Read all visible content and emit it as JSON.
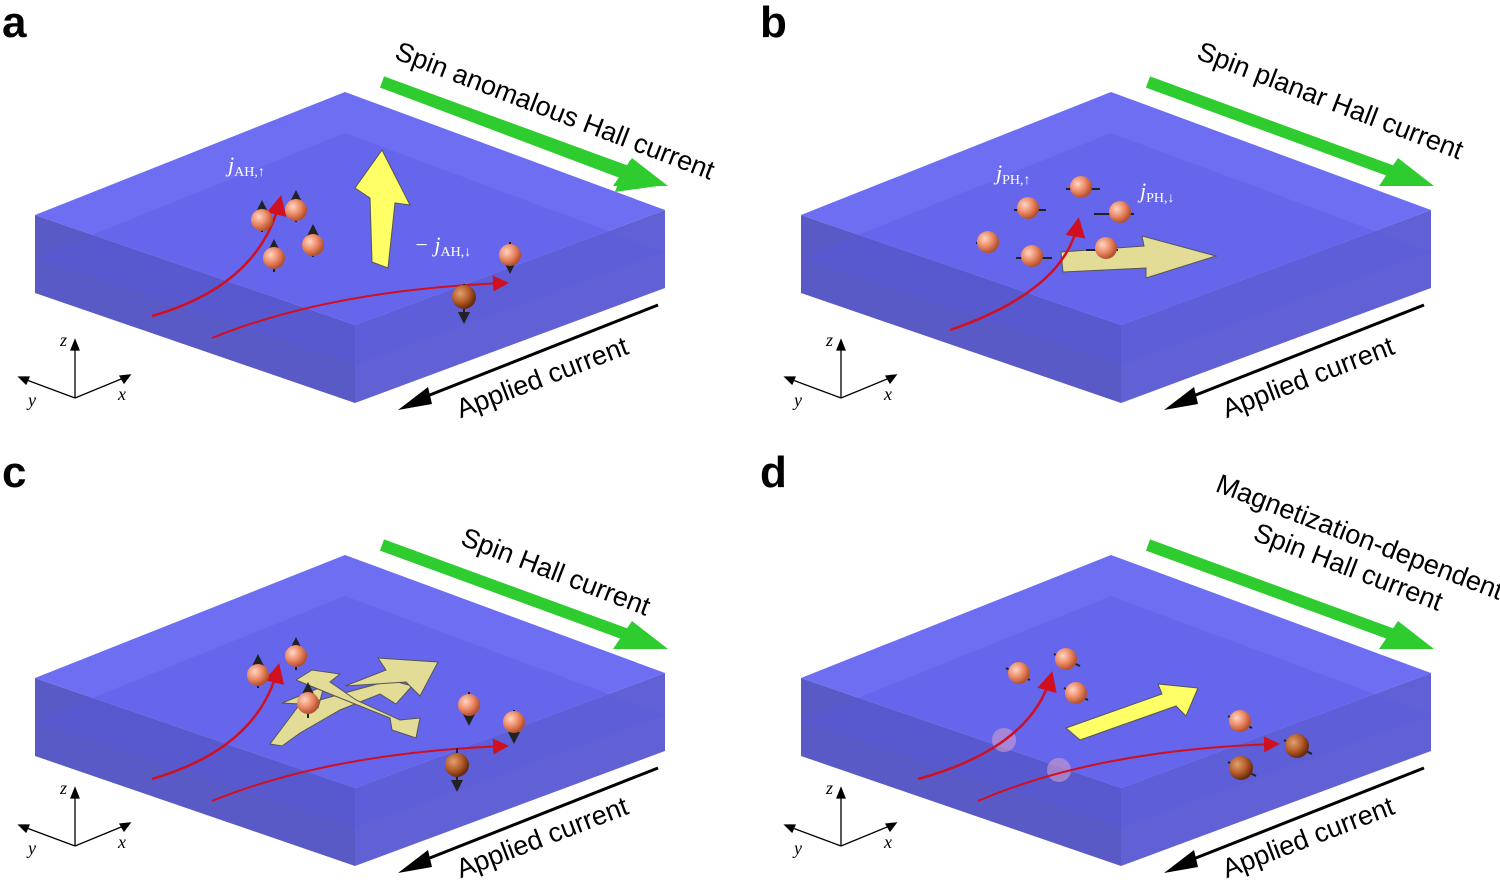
{
  "panels": [
    {
      "label": "a",
      "spin_current_label": "Spin anomalous Hall current",
      "applied_label": "Applied current",
      "j_up": {
        "sym": "j",
        "sub": "AH,↑"
      },
      "j_down": {
        "sym": "− j",
        "sub": "AH,↓"
      }
    },
    {
      "label": "b",
      "spin_current_label": "Spin planar Hall current",
      "applied_label": "Applied current",
      "j_up": {
        "sym": "j",
        "sub": "PH,↑"
      },
      "j_down": {
        "sym": "j",
        "sub": "PH,↓"
      }
    },
    {
      "label": "c",
      "spin_current_label": "Spin Hall current",
      "applied_label": "Applied current"
    },
    {
      "label": "d",
      "spin_current_label_lines": [
        "Magnetization-dependent",
        "Spin Hall current"
      ],
      "applied_label": "Applied current"
    }
  ],
  "axes": {
    "x": "x",
    "y": "y",
    "z": "z"
  },
  "colors": {
    "slab_top": "#6060f0",
    "slab_side_dark": "#4646b8",
    "spin_current_arrow": "#2ecc2e",
    "magnetization_arrow": "#ffff66",
    "spin_ball": "#e88a6a",
    "trajectory": "#d01020",
    "hall_arrow": "#e2dc96"
  }
}
